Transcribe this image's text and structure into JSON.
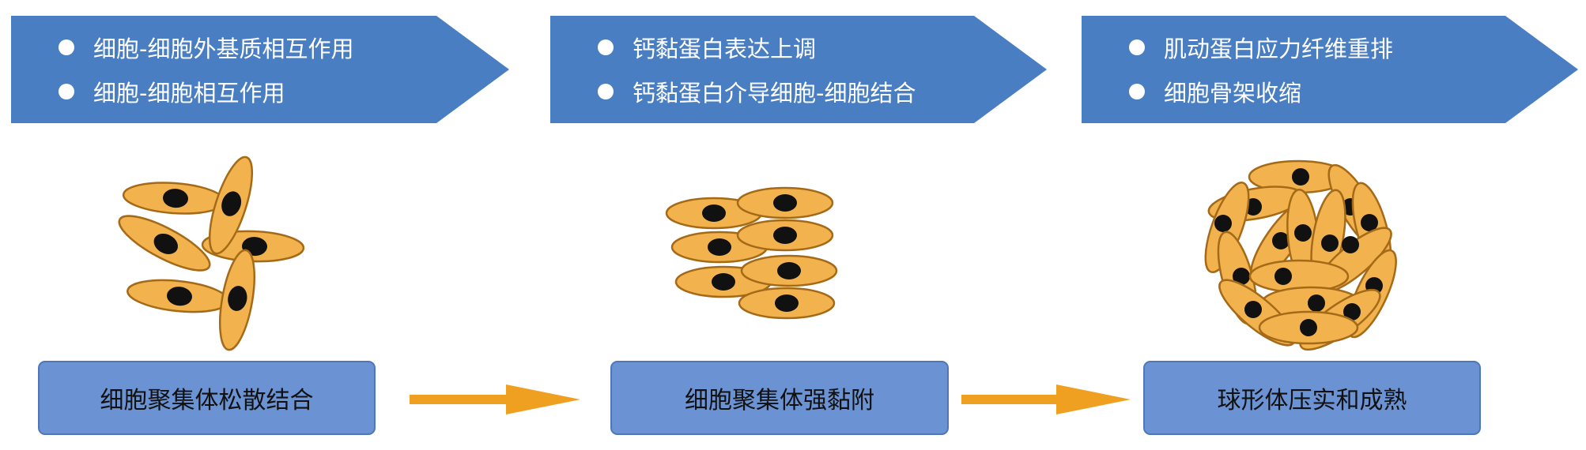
{
  "stages": [
    {
      "points": [
        "细胞-细胞外基质相互作用",
        "细胞-细胞相互作用"
      ],
      "label": "细胞聚集体松散结合"
    },
    {
      "points": [
        "钙黏蛋白表达上调",
        "钙黏蛋白介导细胞-细胞结合"
      ],
      "label": "细胞聚集体强黏附"
    },
    {
      "points": [
        "肌动蛋白应力纤维重排",
        "细胞骨架收缩"
      ],
      "label": "球形体压实和成熟"
    }
  ],
  "colors": {
    "banner": "#4a7ec2",
    "label_box": "#6b92d2",
    "cell_fill": "#f2b34f",
    "cell_stroke": "#a56a17",
    "nucleus": "#111111",
    "arrow": "#f0a020"
  }
}
